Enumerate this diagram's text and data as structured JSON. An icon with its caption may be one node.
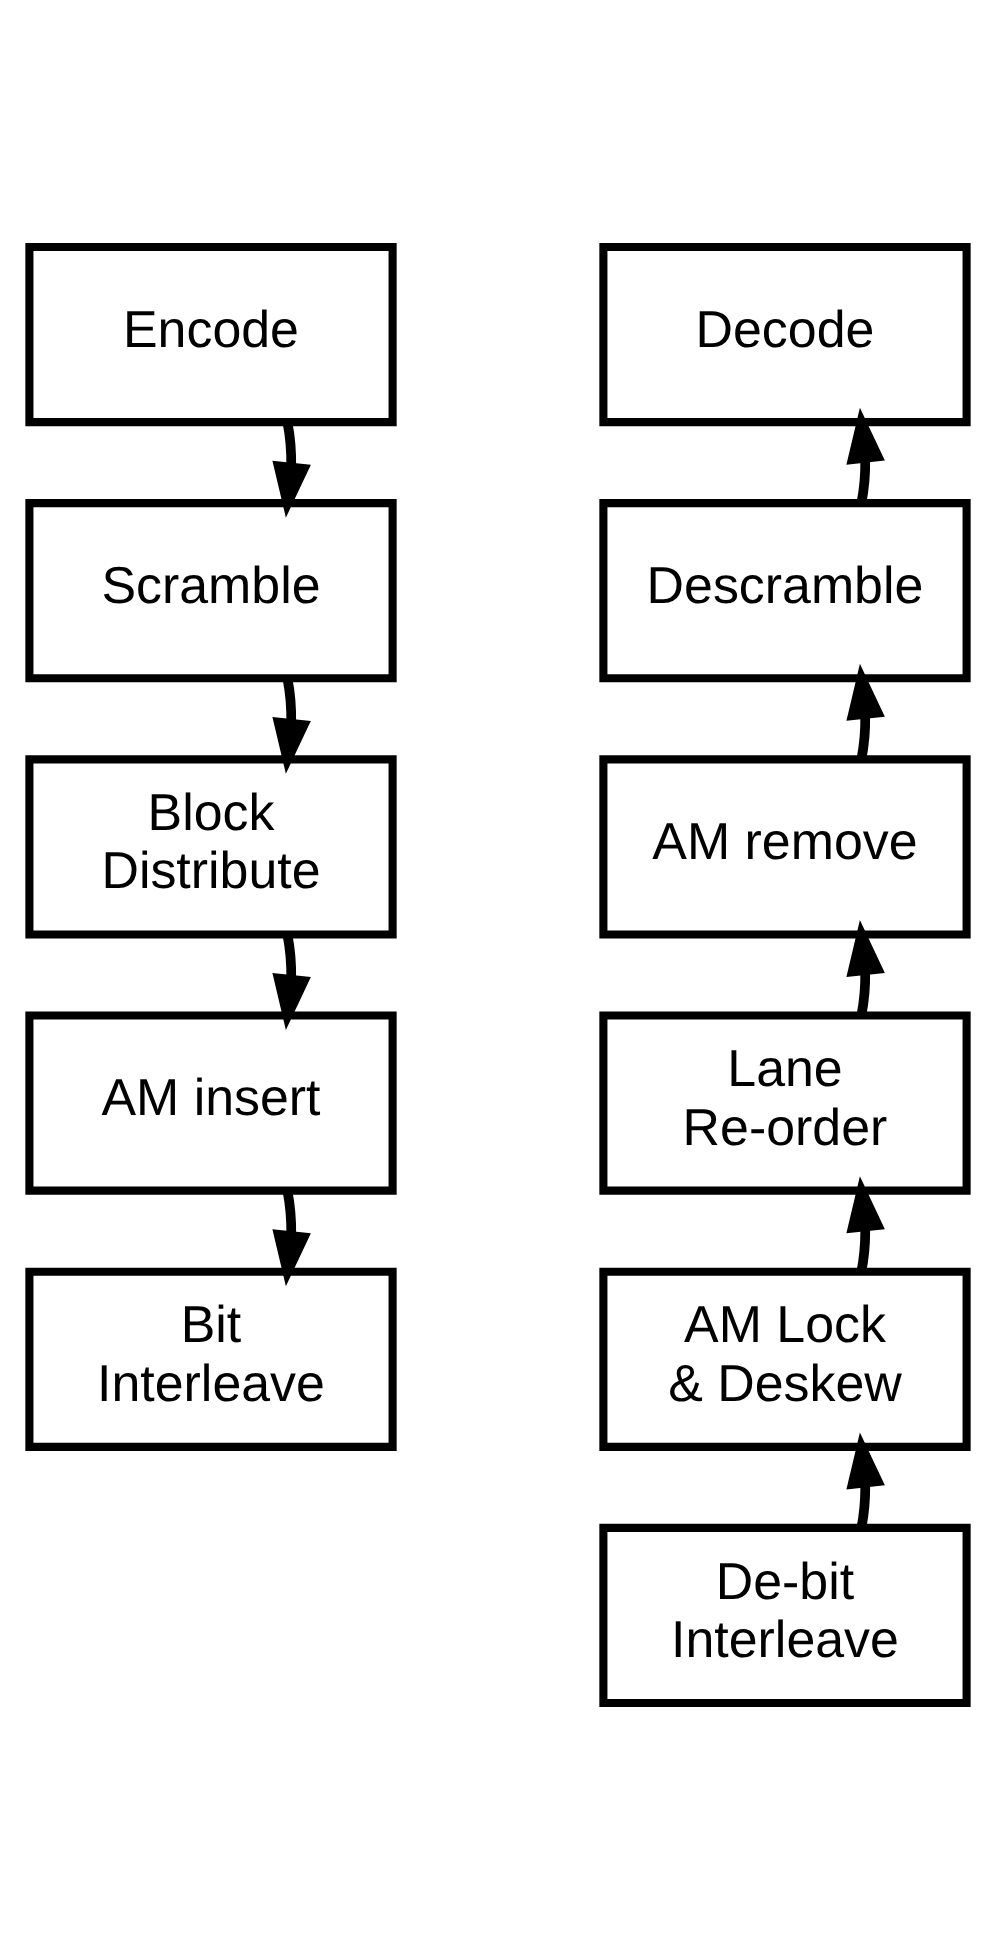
{
  "diagram": {
    "nodes": [
      {
        "text": [
          "Encode"
        ]
      },
      {
        "text": [
          "Scramble"
        ]
      },
      {
        "text": [
          "Block Distribute"
        ]
      },
      {
        "text": [
          "AM insert"
        ]
      },
      {
        "text": [
          "Bit Interleave"
        ]
      },
      {
        "text": [
          "Decode"
        ]
      },
      {
        "text": [
          "Descramble"
        ]
      },
      {
        "text": [
          "AM remove"
        ]
      },
      {
        "text": [
          "Lane Re-order"
        ]
      },
      {
        "text": [
          "AM Lock & Deskew"
        ]
      },
      {
        "text": [
          "De-bit Interleave"
        ]
      }
    ],
    "edges": [
      {
        "from": 0,
        "to": 1,
        "arrow": "to"
      },
      {
        "from": 1,
        "to": 2,
        "arrow": "to"
      },
      {
        "from": 2,
        "to": 3,
        "arrow": "to"
      },
      {
        "from": 3,
        "to": 4,
        "arrow": "to"
      },
      {
        "from": 10,
        "to": 9,
        "arrow": "to"
      },
      {
        "from": 9,
        "to": 8,
        "arrow": "to"
      },
      {
        "from": 8,
        "to": 7,
        "arrow": "to"
      },
      {
        "from": 7,
        "to": 6,
        "arrow": "to"
      },
      {
        "from": 6,
        "to": 5,
        "arrow": "to"
      }
    ]
  }
}
